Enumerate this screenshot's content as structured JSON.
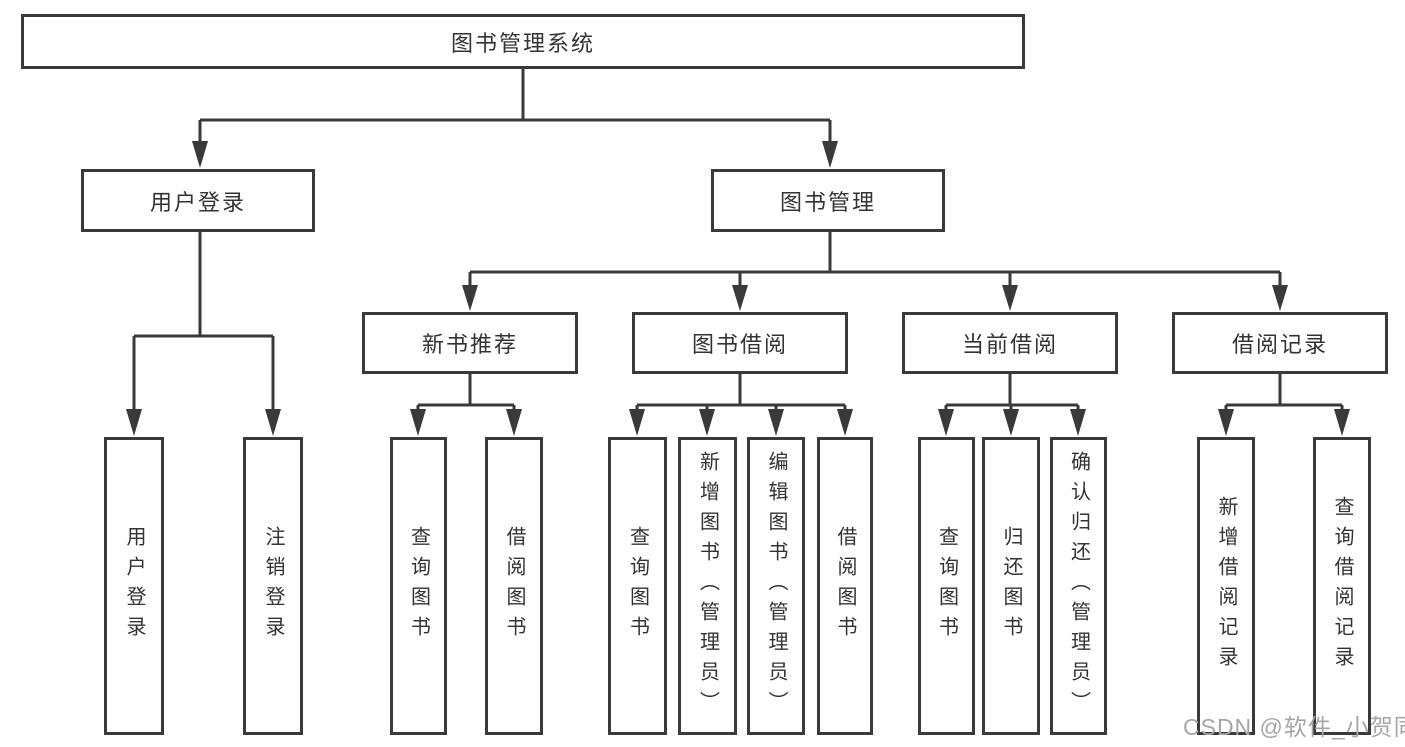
{
  "tree": {
    "root": {
      "label": "图书管理系统"
    },
    "login": {
      "label": "用户登录",
      "children": [
        "用户登录",
        "注销登录"
      ]
    },
    "mgmt": {
      "label": "图书管理"
    },
    "modules": [
      {
        "label": "新书推荐",
        "children": [
          "查询图书",
          "借阅图书"
        ]
      },
      {
        "label": "图书借阅",
        "children": [
          "查询图书",
          "新增图书（管理员）",
          "编辑图书（管理员）",
          "借阅图书"
        ]
      },
      {
        "label": "当前借阅",
        "children": [
          "查询图书",
          "归还图书",
          "确认归还（管理员）"
        ]
      },
      {
        "label": "借阅记录",
        "children": [
          "新增借阅记录",
          "查询借阅记录"
        ]
      }
    ]
  },
  "watermark": "CSDN @软件_小贺同学",
  "colors": {
    "line": "#3a3a3a",
    "box_border": "#3a3a3a",
    "text": "#333333",
    "watermark": "#a6a6a6",
    "background": "#ffffff"
  }
}
